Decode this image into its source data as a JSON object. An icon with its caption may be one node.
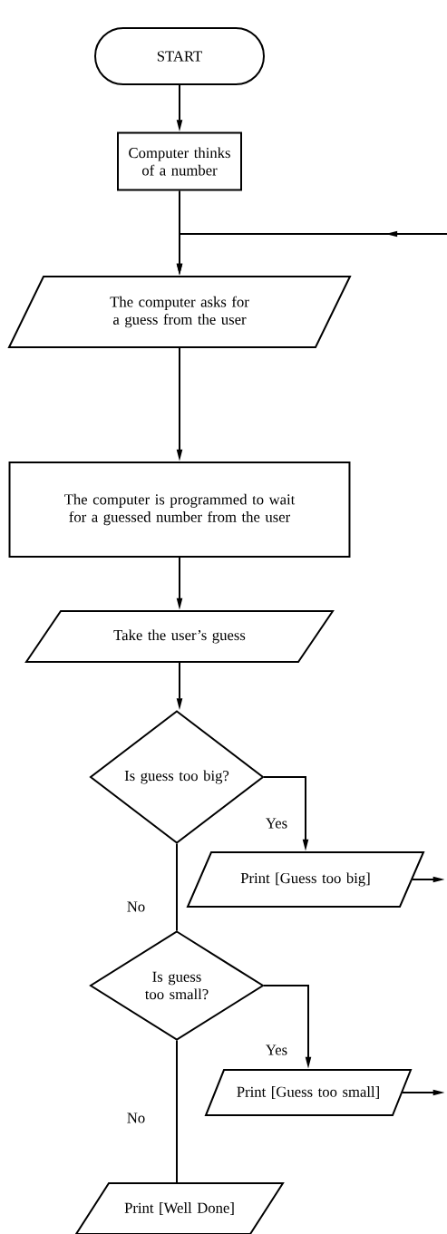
{
  "diagram": {
    "nodes": [
      {
        "text": [
          "START"
        ]
      },
      {
        "text": [
          "Computer thinks of a number"
        ]
      },
      {
        "text": [
          "The computer asks for a guess from the user"
        ]
      },
      {
        "text": [
          "The computer is programmed to wait for a guessed number from the user"
        ]
      },
      {
        "text": [
          "Take the user’s guess"
        ]
      },
      {
        "text": [
          "Is guess too big?"
        ]
      },
      {
        "text": [
          "Print [Guess too big]"
        ]
      },
      {
        "text": [
          "Is guess too small?"
        ]
      },
      {
        "text": [
          "Print [Guess too small]"
        ]
      },
      {
        "text": [
          "Print [Well Done]"
        ]
      }
    ],
    "edges": [
      {
        "from": 0,
        "to": 1,
        "arrow": "to"
      },
      {
        "from": 1,
        "to": 2,
        "arrow": "to"
      },
      {
        "from": 2,
        "to": 3,
        "arrow": "to"
      },
      {
        "from": 3,
        "to": 4,
        "arrow": "to"
      },
      {
        "from": 4,
        "to": 5,
        "arrow": "to"
      },
      {
        "from": 5,
        "to": 6,
        "arrow": "to",
        "label": "Yes"
      },
      {
        "from": 5,
        "to": 7,
        "arrow": "none",
        "label": "No"
      },
      {
        "from": 7,
        "to": 8,
        "arrow": "to",
        "label": "Yes"
      },
      {
        "from": 7,
        "to": 9,
        "arrow": "none",
        "label": "No"
      },
      {
        "from": 6,
        "to": null,
        "arrow": "to"
      },
      {
        "from": 8,
        "to": null,
        "arrow": "to"
      },
      {
        "from": null,
        "to": 2,
        "arrow": "to"
      }
    ]
  }
}
